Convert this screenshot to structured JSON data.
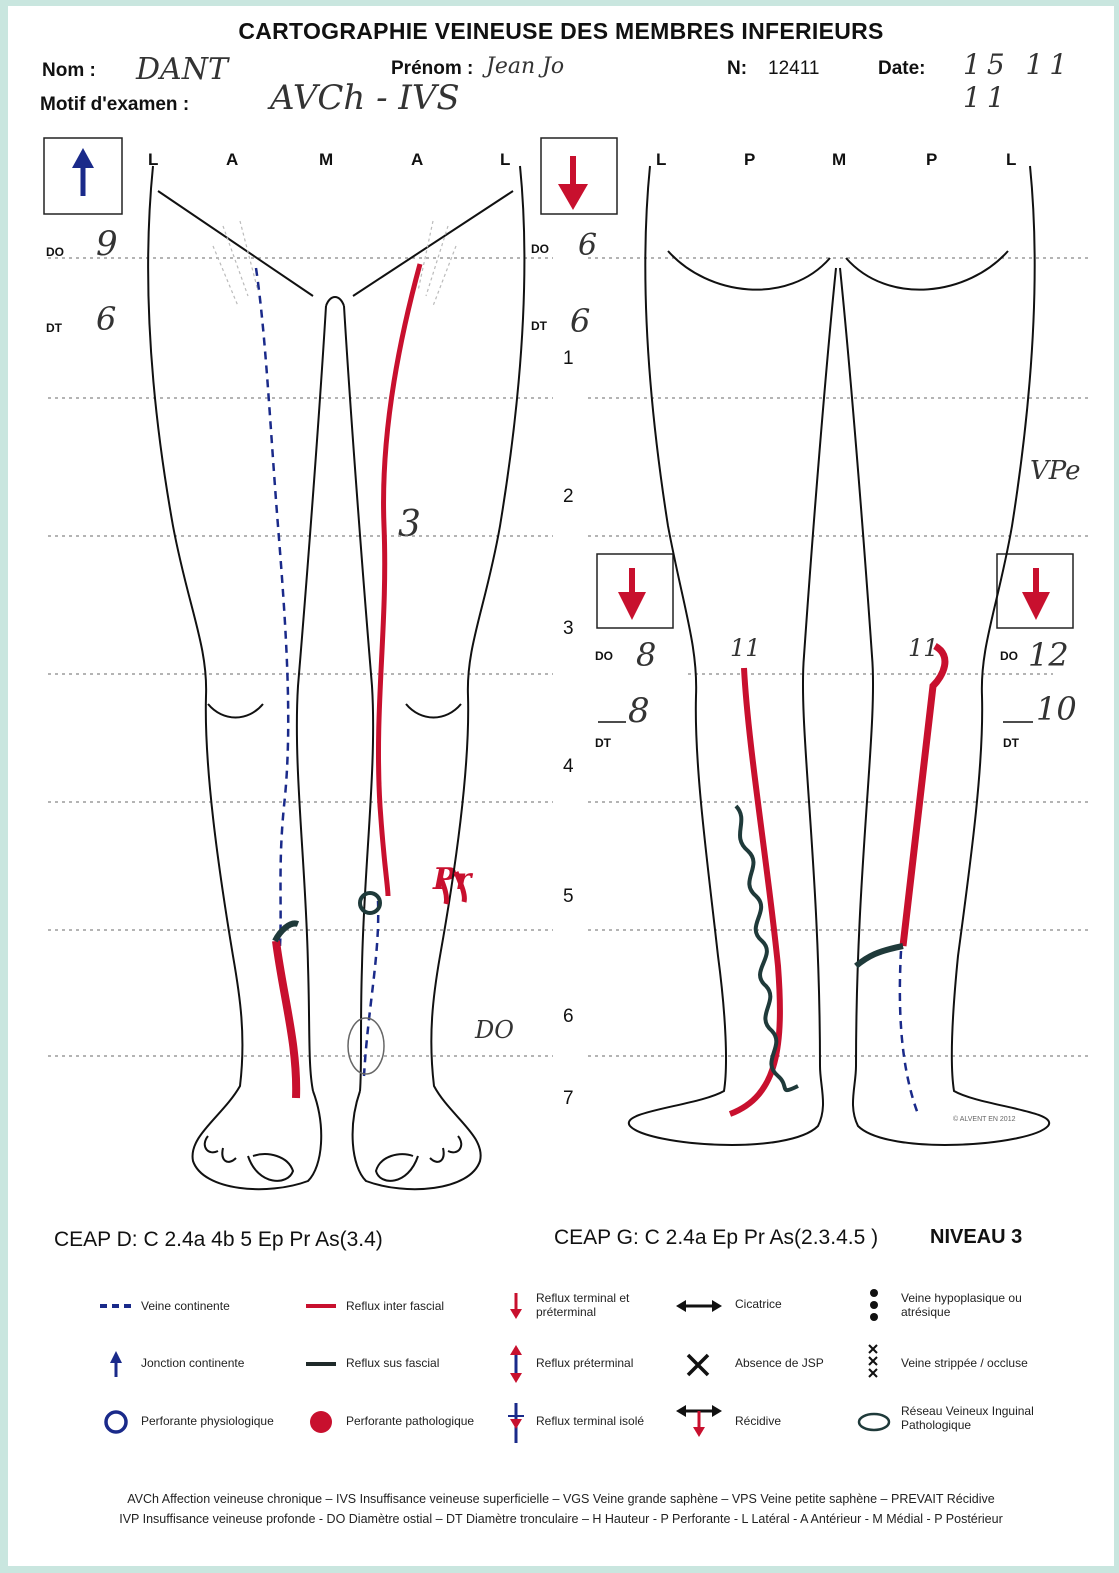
{
  "header": {
    "title": "CARTOGRAPHIE VEINEUSE DES MEMBRES INFERIEURS",
    "nom_label": "Nom :",
    "nom_value": "DANT",
    "prenom_label": "Prénom :",
    "prenom_value": "Jean Jo",
    "numero_label": "N:",
    "numero_value": "12411",
    "date_label": "Date:",
    "date_value": "15 11 11",
    "motif_label": "Motif d'examen :",
    "motif_value": "AVCh - IVS"
  },
  "anterior_view": {
    "columns": [
      "L",
      "A",
      "M",
      "A",
      "L"
    ],
    "do_label": "DO",
    "dt_label": "DT",
    "do_value": "9",
    "dt_value": "6",
    "note_3": "3",
    "note_pr": "Pr",
    "note_do": "DO"
  },
  "posterior_view": {
    "columns": [
      "L",
      "P",
      "M",
      "P",
      "L"
    ],
    "do_label": "DO",
    "dt_label": "DT",
    "do_value": "6",
    "dt_value": "6",
    "note_vpe": "VPe",
    "left_do_label": "DO",
    "left_dt_label": "DT",
    "left_do_value": "8",
    "left_dt_value": "8",
    "right_do_label": "DO",
    "right_dt_label": "DT",
    "right_do_value": "12",
    "right_dt_value": "10",
    "mark_left": "11",
    "mark_right": "11",
    "copyright": "© ALVENT EN 2012"
  },
  "level_numbers": [
    "1",
    "2",
    "3",
    "4",
    "5",
    "6",
    "7"
  ],
  "ceap": {
    "right": "CEAP D:  C 2.4a 4b 5 Ep Pr As(3.4)",
    "left": "CEAP G: C 2.4a Ep Pr As(2.3.4.5 )",
    "niveau": "NIVEAU 3"
  },
  "legend": [
    {
      "icon": "dashed-blue-line-icon",
      "label": "Veine continente"
    },
    {
      "icon": "red-line-icon",
      "label": "Reflux inter fascial"
    },
    {
      "icon": "red-down-arrow-icon",
      "label": "Reflux terminal et préterminal"
    },
    {
      "icon": "double-arrow-icon",
      "label": "Cicatrice"
    },
    {
      "icon": "dots-icon",
      "label": "Veine hypoplasique ou atrésique"
    },
    {
      "icon": "blue-up-arrow-icon",
      "label": "Jonction continente"
    },
    {
      "icon": "black-line-icon",
      "label": "Reflux sus fascial"
    },
    {
      "icon": "up-down-arrow-icon",
      "label": "Reflux préterminal"
    },
    {
      "icon": "x-icon",
      "label": "Absence de JSP"
    },
    {
      "icon": "triple-x-icon",
      "label": "Veine strippée / occluse"
    },
    {
      "icon": "blue-circle-icon",
      "label": "Perforante physiologique"
    },
    {
      "icon": "red-dot-icon",
      "label": "Perforante pathologique"
    },
    {
      "icon": "isolated-terminal-reflux-icon",
      "label": "Reflux terminal isolé"
    },
    {
      "icon": "recidive-arrow-icon",
      "label": "Récidive"
    },
    {
      "icon": "green-ellipse-icon",
      "label": "Réseau Veineux Inguinal Pathologique"
    }
  ],
  "footer": {
    "line1": "AVCh Affection veineuse chronique – IVS Insuffisance veineuse superficielle – VGS Veine grande saphène – VPS  Veine petite saphène – PREVAIT Récidive",
    "line2": "IVP Insuffisance veineuse  profonde - DO Diamètre  ostial – DT Diamètre tronculaire – H Hauteur -  P Perforante -  L Latéral - A Antérieur - M Médial  - P Postérieur"
  },
  "colors": {
    "reflux_red": "#c8102e",
    "continent_blue": "#1a2a8a",
    "sus_fascial": "#1f3a3a",
    "background_frame": "#c9e6df"
  }
}
